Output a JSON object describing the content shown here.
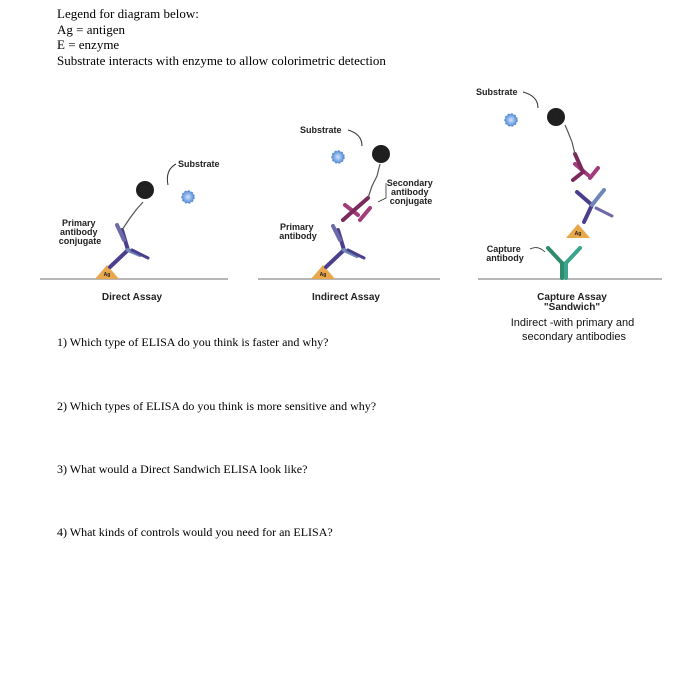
{
  "legend": {
    "title": "Legend for diagram below:",
    "items": [
      "Ag = antigen",
      "E = enzyme",
      "Substrate interacts with enzyme to allow colorimetric detection"
    ]
  },
  "diagram": {
    "direct": {
      "substrate": "Substrate",
      "enzyme": "E",
      "antigen": "Ag",
      "antibody_label": [
        "Primary",
        "antibody",
        "conjugate"
      ],
      "title": "Direct Assay"
    },
    "indirect": {
      "substrate": "Substrate",
      "enzyme": "E",
      "antigen": "Ag",
      "primary_label": [
        "Primary",
        "antibody"
      ],
      "secondary_label": [
        "Secondary",
        "antibody",
        "conjugate"
      ],
      "title": "Indirect Assay"
    },
    "capture": {
      "substrate": "Substrate",
      "enzyme": "E",
      "antigen": "Ag",
      "capture_label": [
        "Capture",
        "antibody"
      ],
      "title": "Capture Assay",
      "subtitle": "\"Sandwich\"",
      "note": [
        "Indirect -with primary and",
        "secondary antibodies"
      ]
    },
    "colors": {
      "antibody_dark": "#4a3f8c",
      "antibody_mid": "#6d6aa8",
      "antibody_blue": "#6f86b8",
      "secondary_dark": "#7b2a5c",
      "secondary_light": "#a33d7a",
      "capture_green": "#2e8b6e",
      "capture_teal": "#3aa58a",
      "antigen": "#e8a74a",
      "enzyme": "#1f1f1f",
      "substrate": "#5a8fd6",
      "surface": "#8a8a8a"
    }
  },
  "questions": [
    "1) Which type of ELISA do you think is faster and why?",
    "2) Which types of ELISA do you think is more sensitive and why?",
    "3) What would a Direct Sandwich ELISA look like?",
    "4) What kinds of controls would you need for an ELISA?"
  ]
}
